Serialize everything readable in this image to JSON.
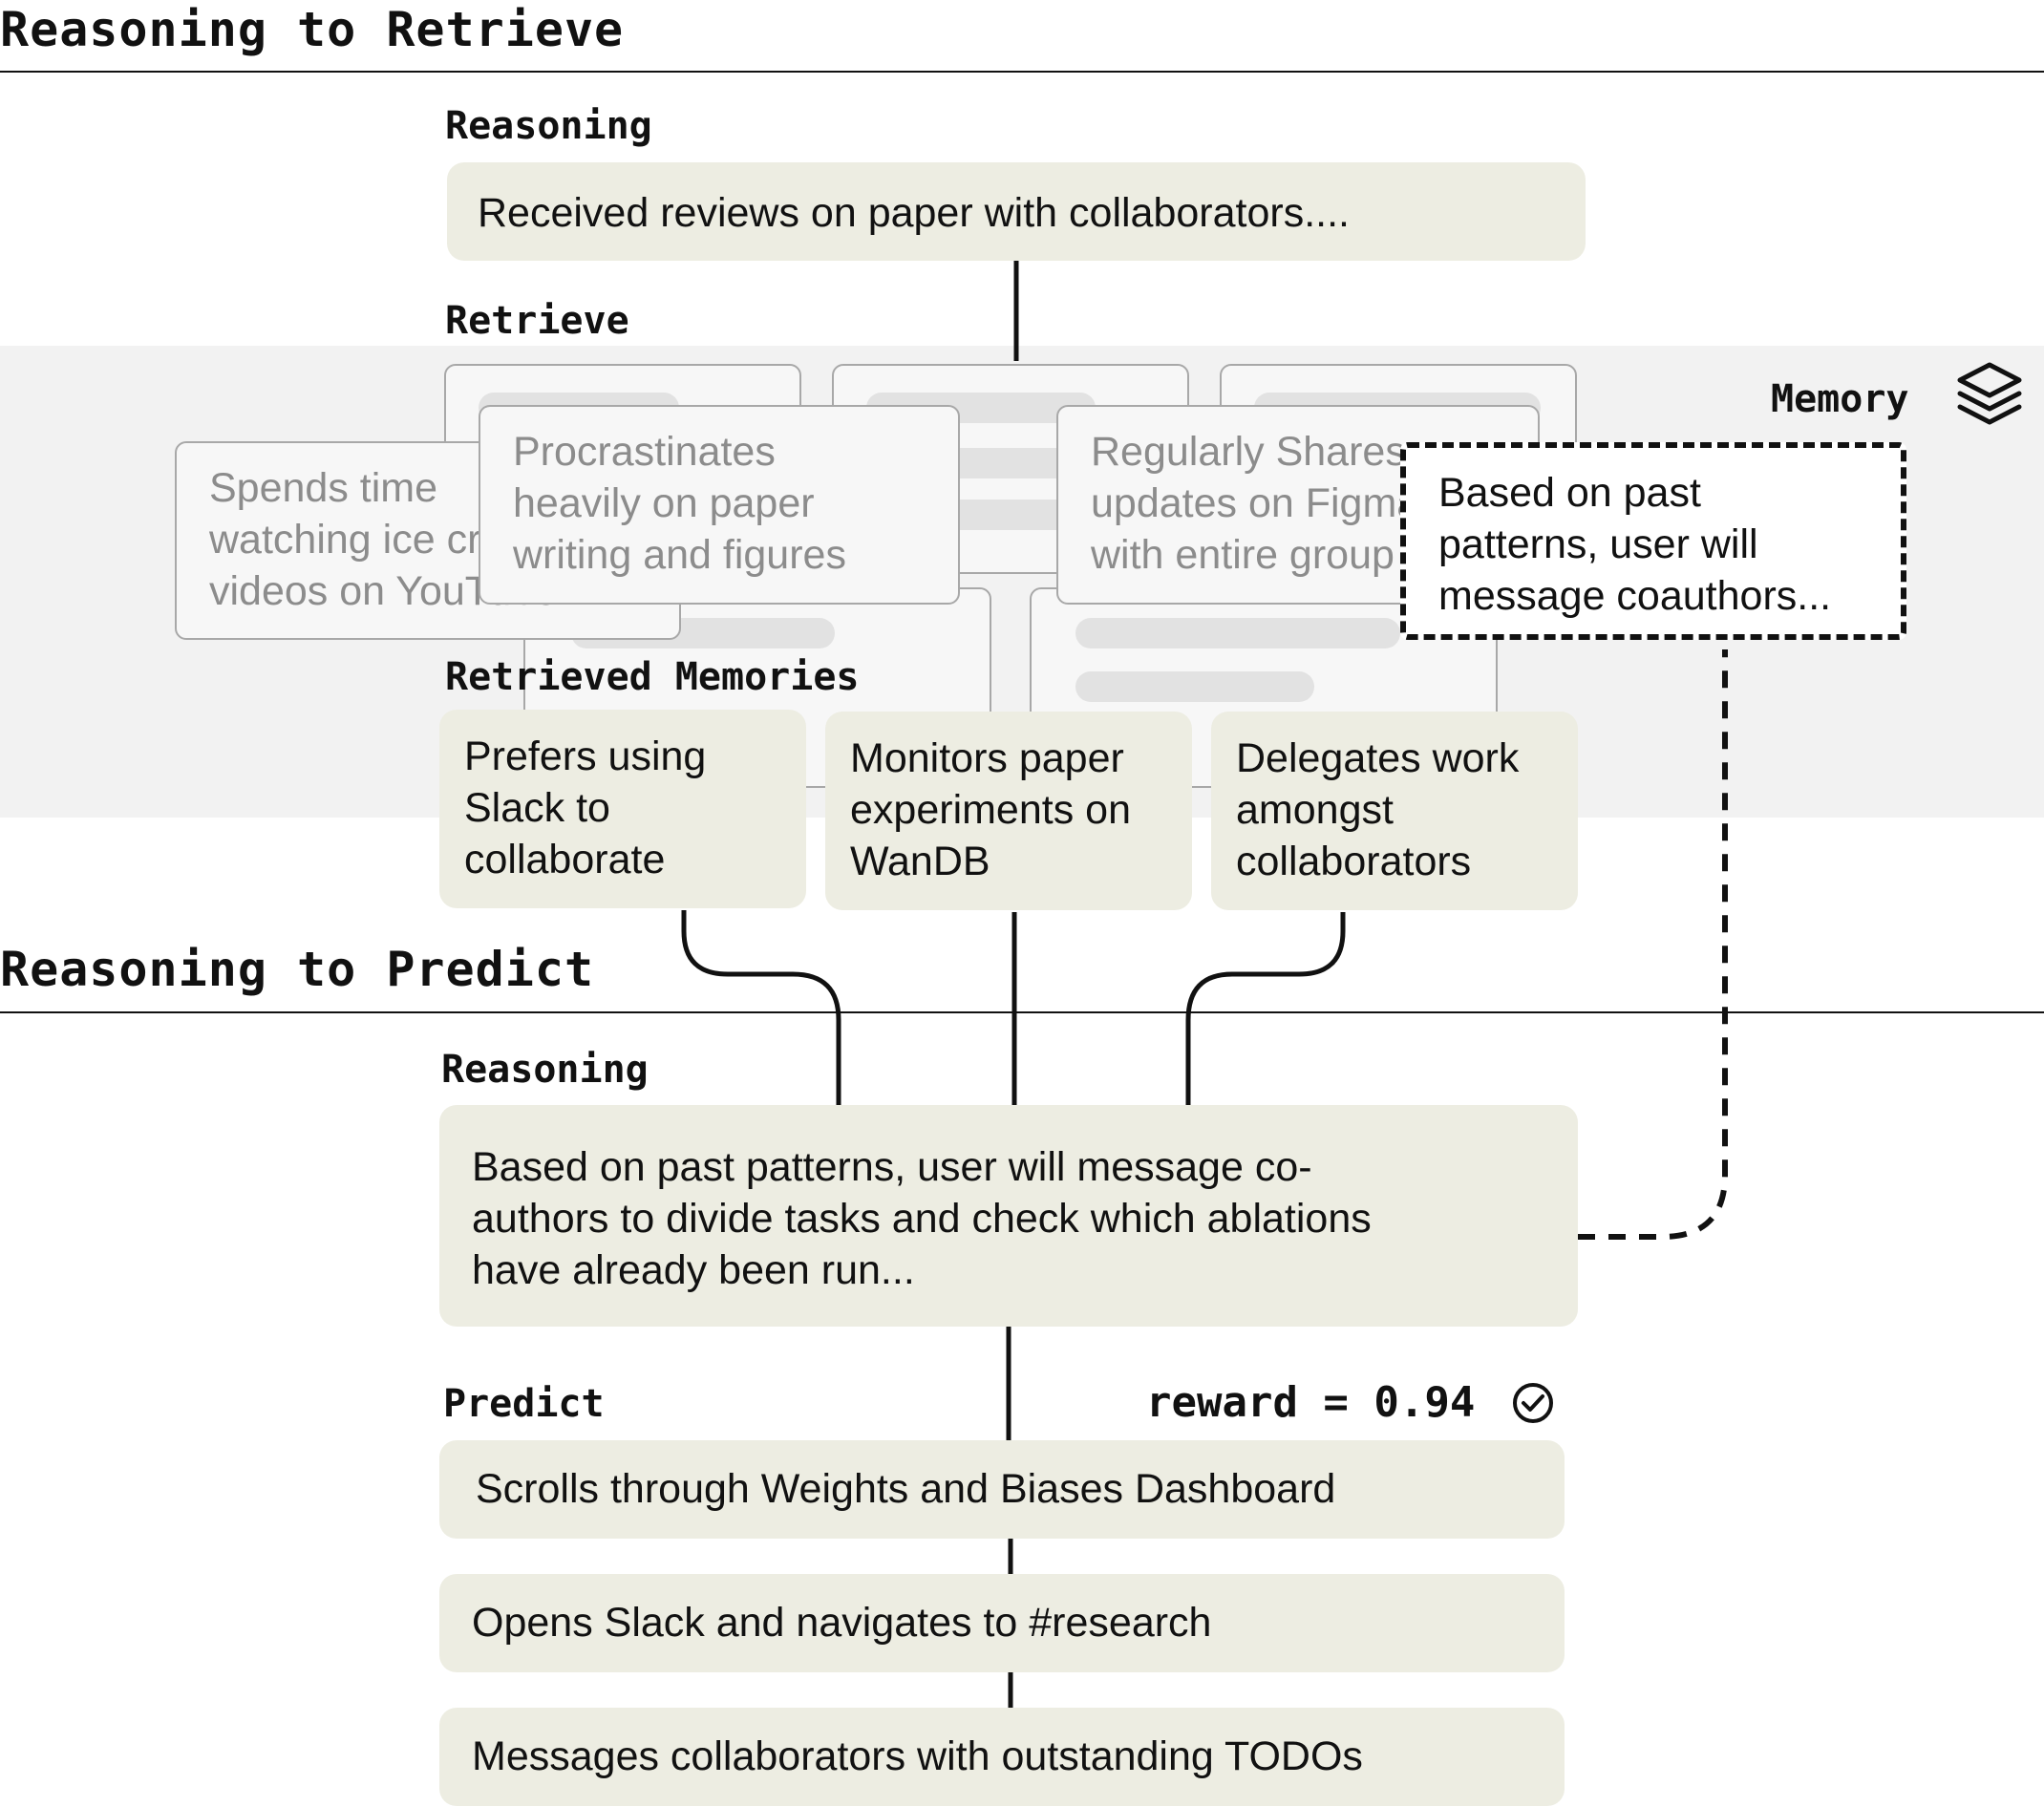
{
  "sections": {
    "retrieve_title": "Reasoning to Retrieve",
    "predict_title": "Reasoning to Predict"
  },
  "labels": {
    "reasoning_top": "Reasoning",
    "retrieve": "Retrieve",
    "retrieved_memories": "Retrieved Memories",
    "reasoning_bottom": "Reasoning",
    "predict": "Predict",
    "memory": "Memory",
    "reward": "reward = 0.94"
  },
  "reasoning_top_text": "Received reviews on paper with collaborators....",
  "memory_store": {
    "ghost_cards": [
      "Spends time\nwatching ice cream\nvideos on YouTube",
      "Procrastinates\nheavily on paper\nwriting and figures",
      "Regularly Shares\nupdates on Figma\nwith entire group"
    ],
    "dashed_card": "Based on past\npatterns, user will\nmessage coauthors..."
  },
  "retrieved_memories": [
    "Prefers using\nSlack to\ncollaborate",
    "Monitors paper\nexperiments on\nWanDB",
    "Delegates work\namongst\ncollaborators"
  ],
  "reasoning_bottom_text": "Based on past patterns, user will message co-\nauthors to divide tasks and check which ablations\nhave already been run...",
  "predictions": [
    "Scrolls through Weights and Biases Dashboard",
    "Opens Slack and navigates to #research",
    "Messages collaborators with outstanding TODOs"
  ],
  "icons": {
    "memory": "stacked-layers-icon",
    "reward": "check-circle-icon"
  }
}
